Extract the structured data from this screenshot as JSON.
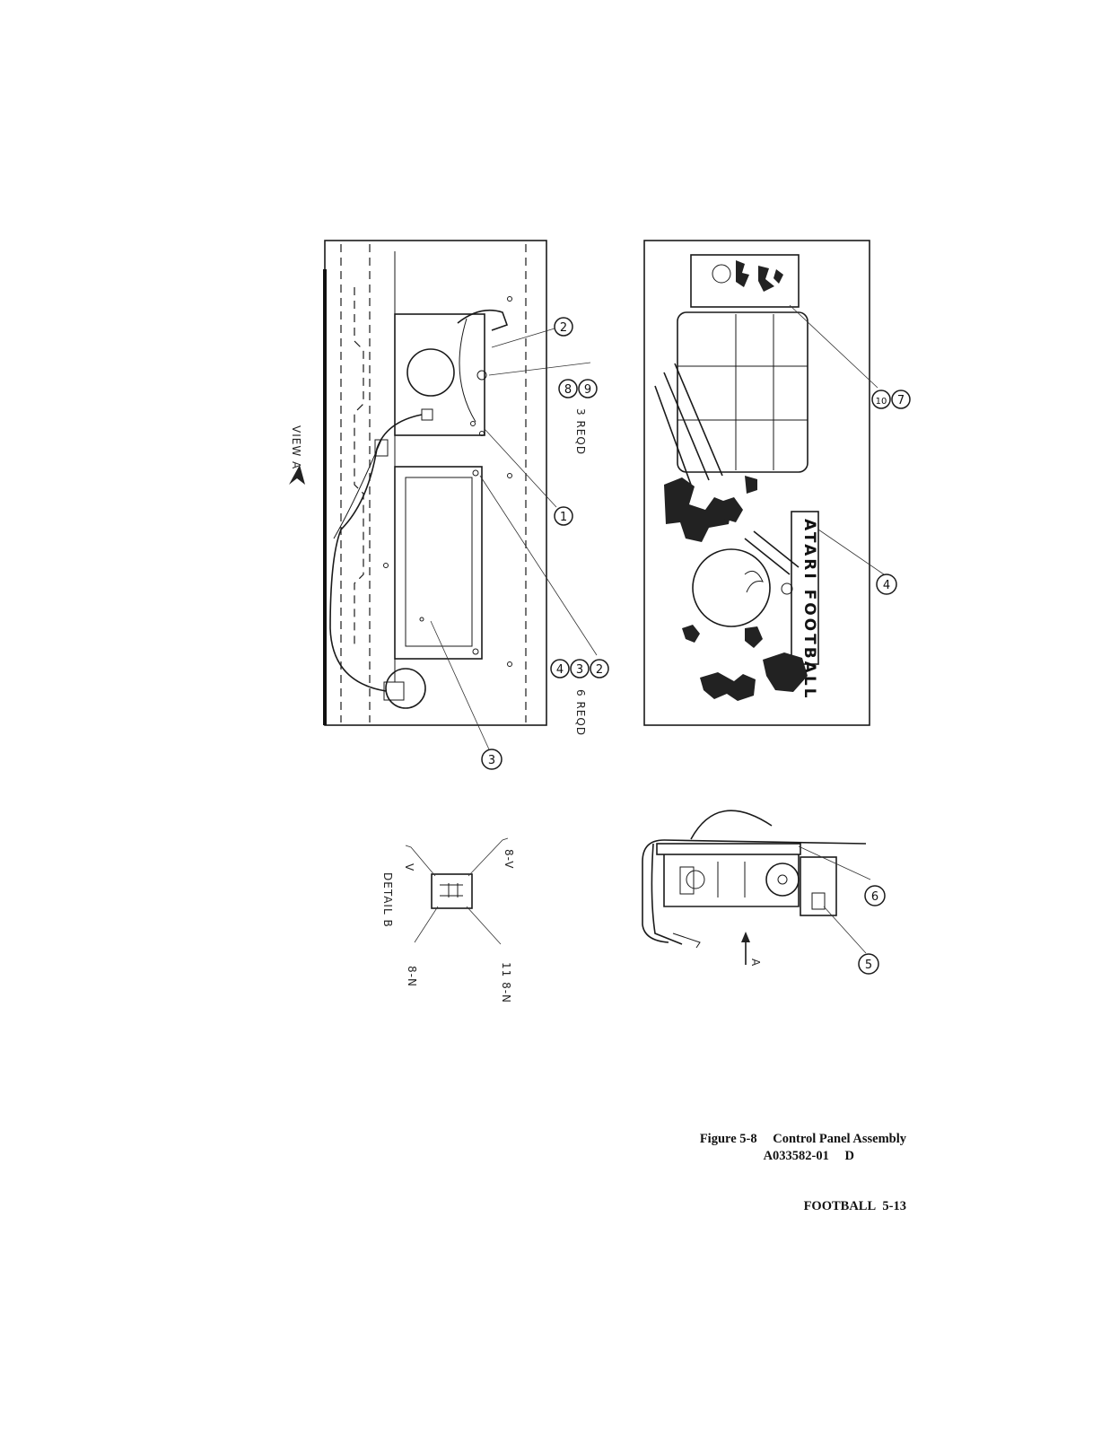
{
  "figure": {
    "number": "Figure 5-8",
    "title": "Control Panel Assembly",
    "part_number": "A033582-01",
    "revision": "D"
  },
  "footer": {
    "game": "FOOTBALL",
    "page": "5-13"
  },
  "diagram": {
    "view_label": "VIEW A",
    "detail_label": "DETAIL B",
    "panel_logo": "ATARI FOOTBALL",
    "callouts": [
      "1",
      "2",
      "2",
      "3",
      "3",
      "4",
      "5",
      "6",
      "7",
      "8",
      "9",
      "10"
    ],
    "quantity_notes": [
      "3 REQD",
      "6 REQD"
    ],
    "wire_labels": [
      "V",
      "8-V",
      "8-N",
      "11 8-N"
    ]
  }
}
